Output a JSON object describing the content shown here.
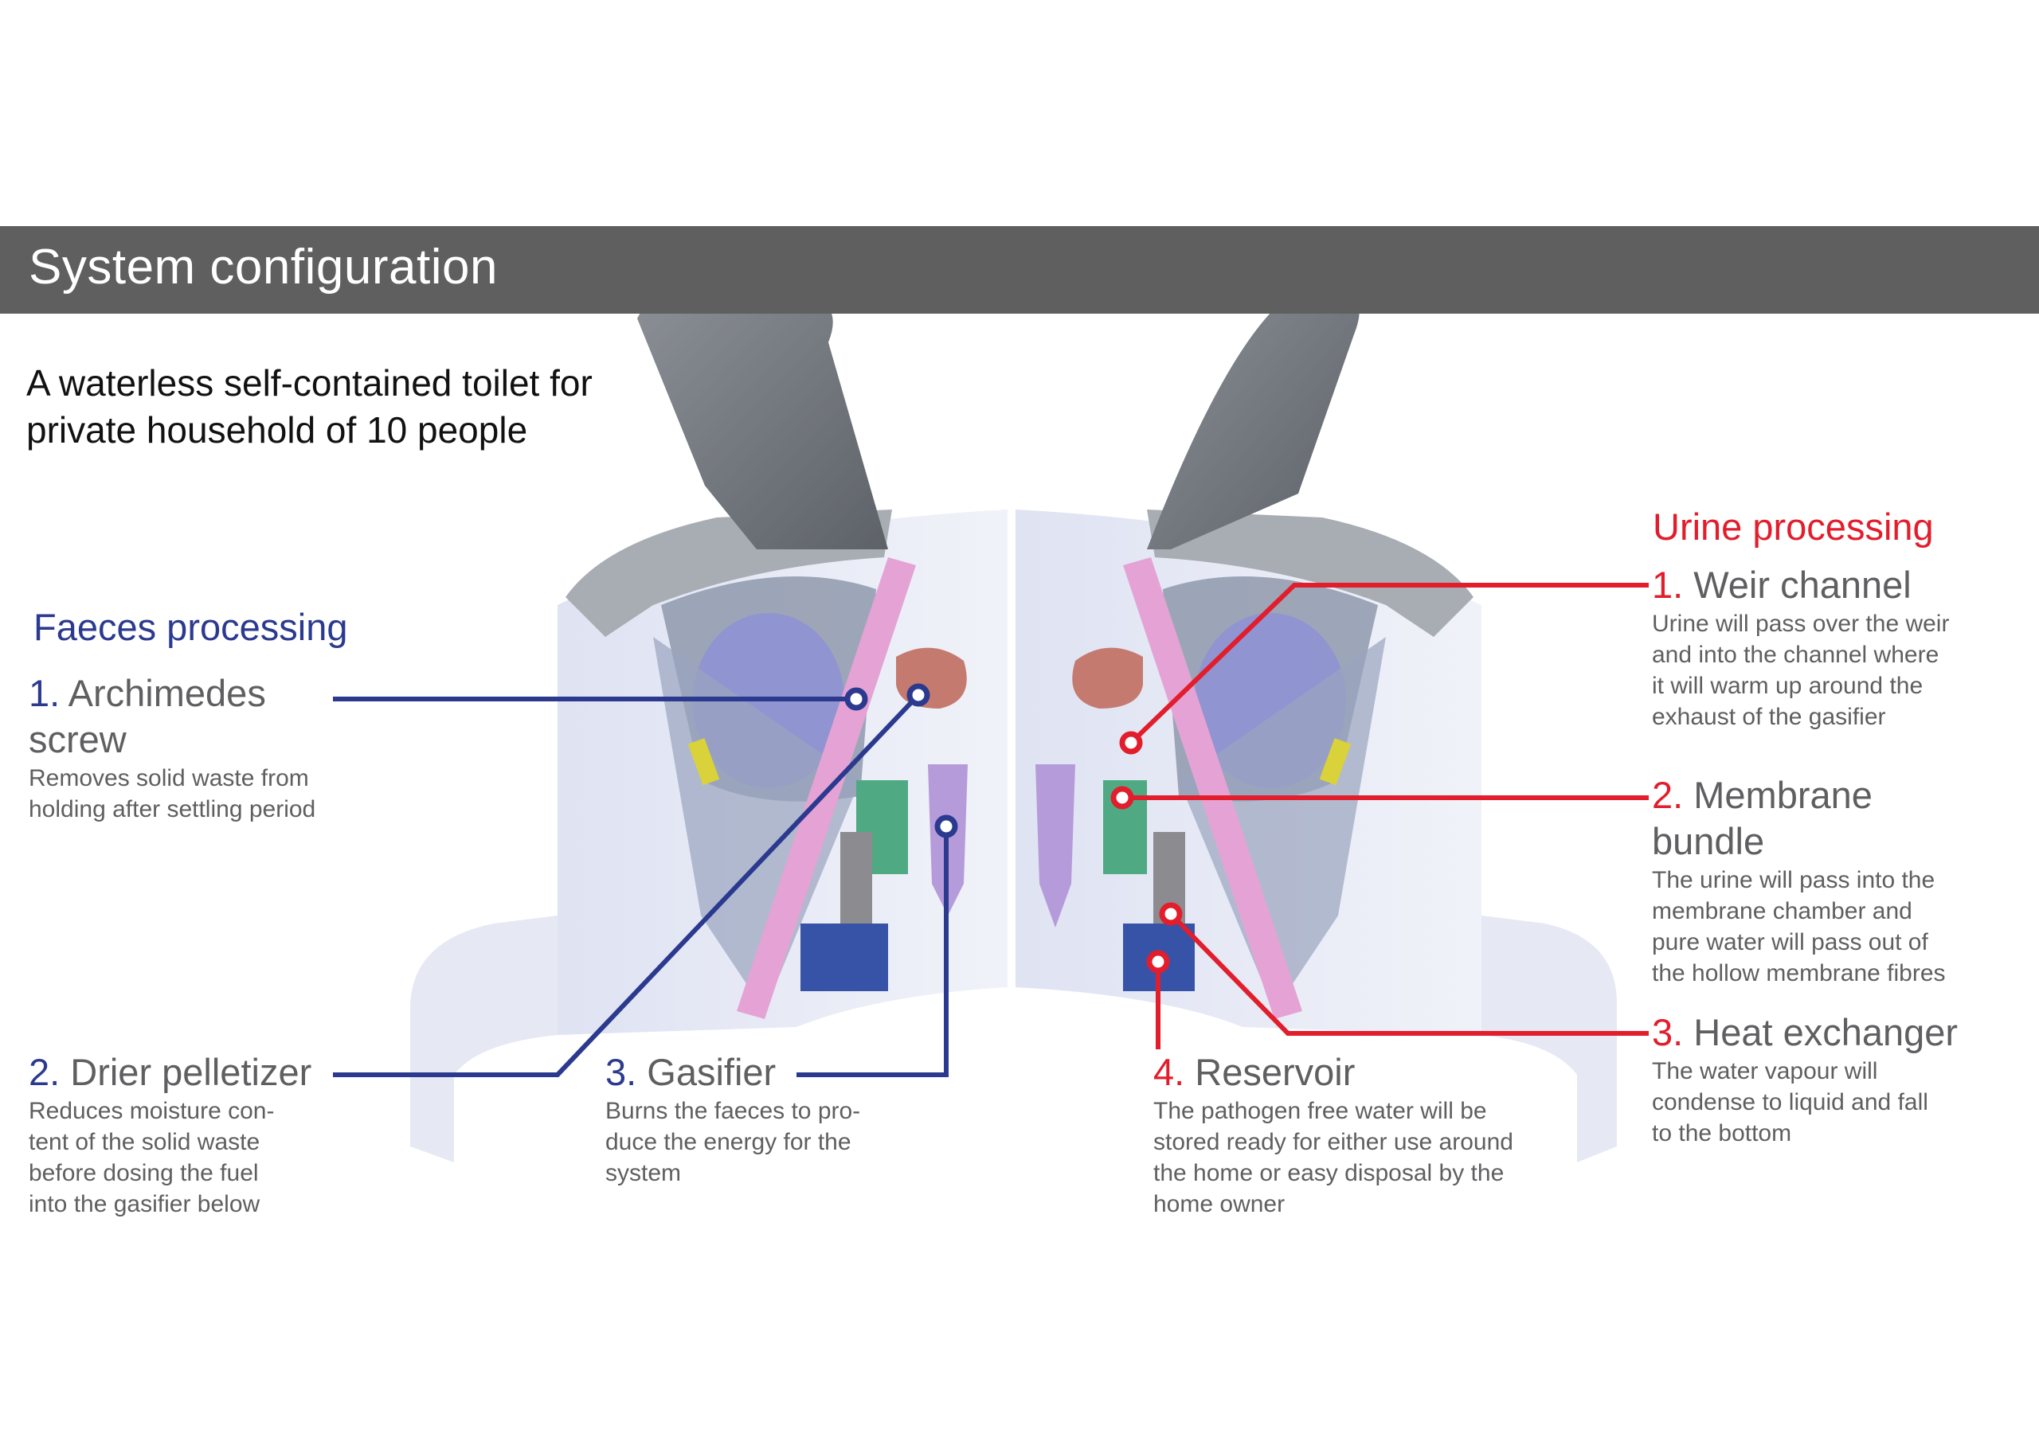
{
  "header": {
    "title": "System configuration"
  },
  "subtitle": "A waterless self-contained toilet for private household of 10 people",
  "colors": {
    "title_bar": "#5f5f5f",
    "faeces_accent": "#2b3a8f",
    "urine_accent": "#e21d2c",
    "body_text": "#5f5f61"
  },
  "faeces": {
    "heading": "Faeces processing",
    "items": [
      {
        "num": "1.",
        "title_line1": "Archimedes",
        "title_line2": "screw",
        "desc": [
          "Removes solid waste from",
          "holding after settling period"
        ]
      },
      {
        "num": "2.",
        "title_line1": "Drier pelletizer",
        "desc": [
          "Reduces moisture con-",
          "tent of the solid waste",
          "before dosing the fuel",
          "into the gasifier below"
        ]
      },
      {
        "num": "3.",
        "title_line1": "Gasifier",
        "desc": [
          "Burns the faeces to pro-",
          "duce the energy for the",
          "system"
        ]
      }
    ]
  },
  "urine": {
    "heading": "Urine processing",
    "items": [
      {
        "num": "1.",
        "title_line1": "Weir channel",
        "desc": [
          "Urine will pass over the weir",
          "and into the channel where",
          "it will warm up around the",
          "exhaust of the gasifier"
        ]
      },
      {
        "num": "2.",
        "title_line1": "Membrane",
        "title_line2": "bundle",
        "desc": [
          "The urine will pass into the",
          "membrane chamber and",
          "pure water will pass out of",
          "the hollow membrane fibres"
        ]
      },
      {
        "num": "3.",
        "title_line1": "Heat exchanger",
        "desc": [
          "The water vapour will",
          "condense to liquid and fall",
          "to the bottom"
        ]
      },
      {
        "num": "4.",
        "title_line1": "Reservoir",
        "desc": [
          "The pathogen free water will be",
          "stored ready for either use around",
          "the home or easy disposal by the",
          "home owner"
        ]
      }
    ]
  }
}
